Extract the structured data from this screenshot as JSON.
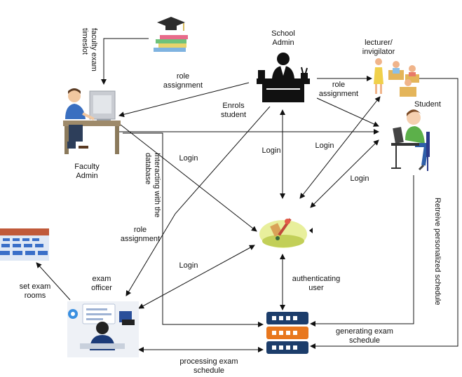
{
  "nodes": {
    "school_admin": {
      "label_line1": "School",
      "label_line2": "Admin"
    },
    "faculty_admin": {
      "label_line1": "Faculty",
      "label_line2": "Admin"
    },
    "lecturer": {
      "label_line1": "lecturer/",
      "label_line2": "invigilator"
    },
    "student": {
      "label": "Student"
    },
    "exam_officer": {
      "label_line1": "exam",
      "label_line2": "officer"
    },
    "auth_system": {
      "icon": "login-tool-icon"
    },
    "database": {
      "icon": "database-icon"
    },
    "exam_rooms": {
      "icon": "exam-hall-icon"
    },
    "books": {
      "icon": "books-graduation-cap-icon"
    }
  },
  "edges": {
    "faculty_exam_timeslot": {
      "line1": "faculty exam",
      "line2": "timeslot"
    },
    "role_assignment_faculty": {
      "line1": "role",
      "line2": "assignment"
    },
    "role_assignment_lecturer": {
      "line1": "role",
      "line2": "assignment"
    },
    "enrols_student": {
      "line1": "Enrols",
      "line2": "student"
    },
    "login_faculty": "Login",
    "login_admin": "Login",
    "login_lecturer": "Login",
    "login_student": "Login",
    "login_officer": "Login",
    "interacting_db": {
      "line1": "Interacting with the",
      "line2": "database"
    },
    "role_assignment_officer": {
      "line1": "role",
      "line2": "assignment"
    },
    "authenticating_user": {
      "line1": "authenticating",
      "line2": "user"
    },
    "retrieve_schedule": "Retreive personalized schedule",
    "set_exam_rooms": {
      "line1": "set exam",
      "line2": "rooms"
    },
    "generating_schedule": {
      "line1": "generating exam",
      "line2": "schedule"
    },
    "processing_schedule": {
      "line1": "processing exam",
      "line2": "schedule"
    }
  },
  "colors": {
    "line": "#111111",
    "db_blue": "#1c3d6b",
    "db_orange": "#e8771e",
    "shirt_blue": "#2f6db5"
  }
}
